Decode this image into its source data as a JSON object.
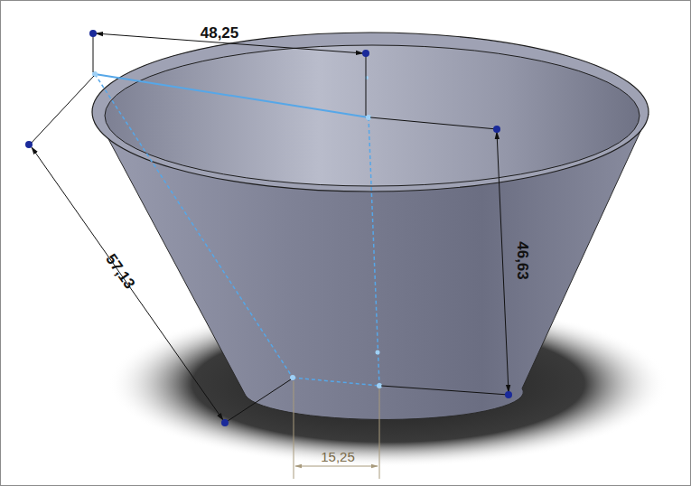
{
  "diagram": {
    "labels": [
      "48,25",
      "57,13",
      "46,63",
      "15,25"
    ]
  }
}
